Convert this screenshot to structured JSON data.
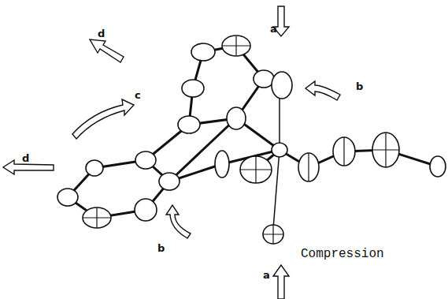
{
  "diagram": {
    "labels": [
      "a",
      "d",
      "b",
      "c",
      "d",
      "b",
      "Compression",
      "a"
    ]
  }
}
